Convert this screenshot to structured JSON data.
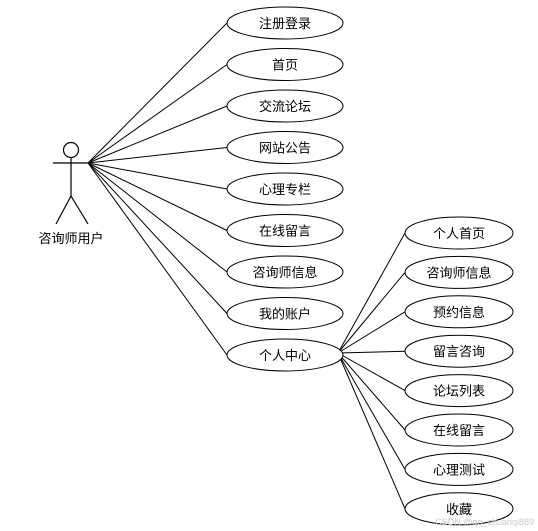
{
  "actor": {
    "label": "咨询师用户"
  },
  "main_use_cases": [
    "注册登录",
    "首页",
    "交流论坛",
    "网站公告",
    "心理专栏",
    "在线留言",
    "咨询师信息",
    "我的账户",
    "个人中心"
  ],
  "sub_use_cases": [
    "个人首页",
    "咨询师信息",
    "预约信息",
    "留言咨询",
    "论坛列表",
    "在线留言",
    "心理测试",
    "收藏"
  ],
  "watermark": "CSDN @qq_chuanqi889"
}
